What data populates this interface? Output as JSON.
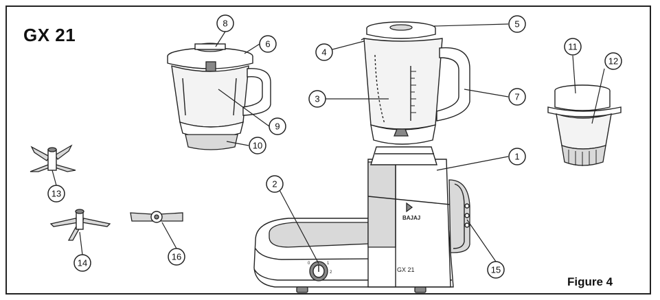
{
  "title": "GX 21",
  "caption": "Figure 4",
  "base_branding": {
    "brand": "BAJAJ",
    "model": "GX 21"
  },
  "callouts": [
    "1",
    "2",
    "3",
    "4",
    "5",
    "6",
    "7",
    "8",
    "9",
    "10",
    "11",
    "12",
    "13",
    "14",
    "15",
    "16"
  ]
}
